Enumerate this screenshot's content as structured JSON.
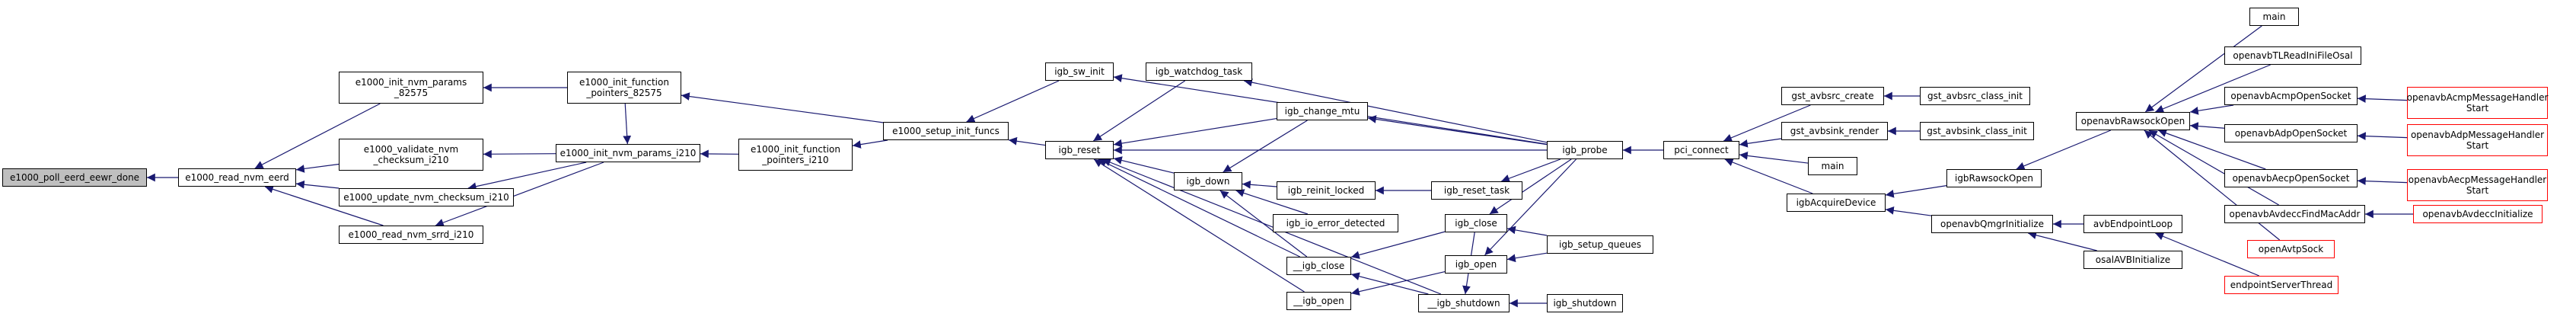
{
  "graph": {
    "nodes": [
      {
        "id": "e1000_poll_eerd_eewr_done",
        "label": "e1000_poll_eerd_eewr_done",
        "root": true
      },
      {
        "id": "e1000_read_nvm_eerd",
        "label": "e1000_read_nvm_eerd"
      },
      {
        "id": "e1000_init_nvm_params_82575",
        "label": "e1000_init_nvm_params\n_82575"
      },
      {
        "id": "e1000_validate_nvm_checksum_i210",
        "label": "e1000_validate_nvm\n_checksum_i210"
      },
      {
        "id": "e1000_update_nvm_checksum_i210",
        "label": "e1000_update_nvm_checksum_i210"
      },
      {
        "id": "e1000_read_nvm_srrd_i210",
        "label": "e1000_read_nvm_srrd_i210"
      },
      {
        "id": "e1000_init_function_pointers_82575",
        "label": "e1000_init_function\n_pointers_82575"
      },
      {
        "id": "e1000_init_nvm_params_i210",
        "label": "e1000_init_nvm_params_i210"
      },
      {
        "id": "e1000_init_function_pointers_i210",
        "label": "e1000_init_function\n_pointers_i210"
      },
      {
        "id": "e1000_setup_init_funcs",
        "label": "e1000_setup_init_funcs"
      },
      {
        "id": "igb_sw_init",
        "label": "igb_sw_init"
      },
      {
        "id": "igb_reset",
        "label": "igb_reset"
      },
      {
        "id": "igb_watchdog_task",
        "label": "igb_watchdog_task"
      },
      {
        "id": "igb_change_mtu",
        "label": "igb_change_mtu"
      },
      {
        "id": "igb_down",
        "label": "igb_down"
      },
      {
        "id": "igb_reinit_locked",
        "label": "igb_reinit_locked"
      },
      {
        "id": "igb_io_error_detected",
        "label": "igb_io_error_detected"
      },
      {
        "id": "__igb_close",
        "label": "__igb_close"
      },
      {
        "id": "__igb_open",
        "label": "__igb_open"
      },
      {
        "id": "__igb_shutdown",
        "label": "__igb_shutdown"
      },
      {
        "id": "igb_reset_task",
        "label": "igb_reset_task"
      },
      {
        "id": "igb_close",
        "label": "igb_close"
      },
      {
        "id": "igb_open",
        "label": "igb_open"
      },
      {
        "id": "igb_shutdown",
        "label": "igb_shutdown"
      },
      {
        "id": "igb_probe",
        "label": "igb_probe"
      },
      {
        "id": "igb_setup_queues",
        "label": "igb_setup_queues"
      },
      {
        "id": "pci_connect",
        "label": "pci_connect"
      },
      {
        "id": "gst_avbsrc_create",
        "label": "gst_avbsrc_create"
      },
      {
        "id": "gst_avbsink_render",
        "label": "gst_avbsink_render"
      },
      {
        "id": "main_a",
        "label": "main"
      },
      {
        "id": "igbAcquireDevice",
        "label": "igbAcquireDevice"
      },
      {
        "id": "gst_avbsrc_class_init",
        "label": "gst_avbsrc_class_init"
      },
      {
        "id": "gst_avbsink_class_init",
        "label": "gst_avbsink_class_init"
      },
      {
        "id": "igbRawsockOpen",
        "label": "igbRawsockOpen"
      },
      {
        "id": "openavbQmgrInitialize",
        "label": "openavbQmgrInitialize"
      },
      {
        "id": "openavbRawsockOpen",
        "label": "openavbRawsockOpen"
      },
      {
        "id": "avbEndpointLoop",
        "label": "avbEndpointLoop"
      },
      {
        "id": "osalAVBInitialize",
        "label": "osalAVBInitialize"
      },
      {
        "id": "endpointServerThread",
        "label": "endpointServerThread",
        "red": true
      },
      {
        "id": "main_b",
        "label": "main"
      },
      {
        "id": "openavbTLReadIniFileOsal",
        "label": "openavbTLReadIniFileOsal"
      },
      {
        "id": "openavbAcmpOpenSocket",
        "label": "openavbAcmpOpenSocket"
      },
      {
        "id": "openavbAdpOpenSocket",
        "label": "openavbAdpOpenSocket"
      },
      {
        "id": "openavbAecpOpenSocket",
        "label": "openavbAecpOpenSocket"
      },
      {
        "id": "openavbAvdeccFindMacAddr",
        "label": "openavbAvdeccFindMacAddr"
      },
      {
        "id": "openAvtpSock",
        "label": "openAvtpSock",
        "red": true
      },
      {
        "id": "openavbAcmpMessageHandlerStart",
        "label": "openavbAcmpMessageHandler\nStart",
        "red": true
      },
      {
        "id": "openavbAdpMessageHandlerStart",
        "label": "openavbAdpMessageHandler\nStart",
        "red": true
      },
      {
        "id": "openavbAecpMessageHandlerStart",
        "label": "openavbAecpMessageHandler\nStart",
        "red": true
      },
      {
        "id": "openavbAvdeccInitialize",
        "label": "openavbAvdeccInitialize",
        "red": true
      }
    ],
    "edges": [
      [
        "e1000_read_nvm_eerd",
        "e1000_poll_eerd_eewr_done"
      ],
      [
        "e1000_init_nvm_params_82575",
        "e1000_read_nvm_eerd"
      ],
      [
        "e1000_validate_nvm_checksum_i210",
        "e1000_read_nvm_eerd"
      ],
      [
        "e1000_update_nvm_checksum_i210",
        "e1000_read_nvm_eerd"
      ],
      [
        "e1000_read_nvm_srrd_i210",
        "e1000_read_nvm_eerd"
      ],
      [
        "e1000_init_function_pointers_82575",
        "e1000_init_nvm_params_82575"
      ],
      [
        "e1000_init_nvm_params_i210",
        "e1000_validate_nvm_checksum_i210"
      ],
      [
        "e1000_init_nvm_params_i210",
        "e1000_update_nvm_checksum_i210"
      ],
      [
        "e1000_init_nvm_params_i210",
        "e1000_read_nvm_srrd_i210"
      ],
      [
        "e1000_init_function_pointers_82575",
        "e1000_init_nvm_params_i210"
      ],
      [
        "e1000_init_function_pointers_i210",
        "e1000_init_nvm_params_i210"
      ],
      [
        "e1000_setup_init_funcs",
        "e1000_init_function_pointers_82575"
      ],
      [
        "e1000_setup_init_funcs",
        "e1000_init_function_pointers_i210"
      ],
      [
        "igb_sw_init",
        "e1000_setup_init_funcs"
      ],
      [
        "igb_reset",
        "e1000_setup_init_funcs"
      ],
      [
        "igb_probe",
        "igb_sw_init"
      ],
      [
        "igb_watchdog_task",
        "igb_reset"
      ],
      [
        "igb_change_mtu",
        "igb_reset"
      ],
      [
        "igb_down",
        "igb_reset"
      ],
      [
        "__igb_close",
        "igb_reset"
      ],
      [
        "__igb_open",
        "igb_reset"
      ],
      [
        "__igb_shutdown",
        "igb_reset"
      ],
      [
        "igb_probe",
        "igb_reset"
      ],
      [
        "igb_probe",
        "igb_watchdog_task"
      ],
      [
        "igb_change_mtu",
        "igb_down"
      ],
      [
        "igb_reinit_locked",
        "igb_down"
      ],
      [
        "igb_io_error_detected",
        "igb_down"
      ],
      [
        "__igb_close",
        "igb_down"
      ],
      [
        "igb_probe",
        "igb_change_mtu"
      ],
      [
        "igb_reset_task",
        "igb_reinit_locked"
      ],
      [
        "igb_probe",
        "igb_reset_task"
      ],
      [
        "igb_close",
        "__igb_close"
      ],
      [
        "__igb_shutdown",
        "__igb_close"
      ],
      [
        "igb_open",
        "__igb_open"
      ],
      [
        "igb_close",
        "__igb_shutdown"
      ],
      [
        "igb_shutdown",
        "__igb_shutdown"
      ],
      [
        "igb_probe",
        "igb_close"
      ],
      [
        "igb_probe",
        "igb_open"
      ],
      [
        "igb_setup_queues",
        "igb_close"
      ],
      [
        "igb_setup_queues",
        "igb_open"
      ],
      [
        "pci_connect",
        "igb_probe"
      ],
      [
        "gst_avbsrc_create",
        "pci_connect"
      ],
      [
        "gst_avbsink_render",
        "pci_connect"
      ],
      [
        "main_a",
        "pci_connect"
      ],
      [
        "igbAcquireDevice",
        "pci_connect"
      ],
      [
        "gst_avbsrc_class_init",
        "gst_avbsrc_create"
      ],
      [
        "gst_avbsink_class_init",
        "gst_avbsink_render"
      ],
      [
        "igbRawsockOpen",
        "igbAcquireDevice"
      ],
      [
        "openavbQmgrInitialize",
        "igbAcquireDevice"
      ],
      [
        "openavbRawsockOpen",
        "igbRawsockOpen"
      ],
      [
        "avbEndpointLoop",
        "openavbQmgrInitialize"
      ],
      [
        "osalAVBInitialize",
        "openavbQmgrInitialize"
      ],
      [
        "endpointServerThread",
        "avbEndpointLoop"
      ],
      [
        "main_b",
        "openavbRawsockOpen"
      ],
      [
        "openavbTLReadIniFileOsal",
        "openavbRawsockOpen"
      ],
      [
        "openavbAcmpOpenSocket",
        "openavbRawsockOpen"
      ],
      [
        "openavbAdpOpenSocket",
        "openavbRawsockOpen"
      ],
      [
        "openavbAecpOpenSocket",
        "openavbRawsockOpen"
      ],
      [
        "openavbAvdeccFindMacAddr",
        "openavbRawsockOpen"
      ],
      [
        "openAvtpSock",
        "openavbRawsockOpen"
      ],
      [
        "openavbAcmpMessageHandlerStart",
        "openavbAcmpOpenSocket"
      ],
      [
        "openavbAdpMessageHandlerStart",
        "openavbAdpOpenSocket"
      ],
      [
        "openavbAecpMessageHandlerStart",
        "openavbAecpOpenSocket"
      ],
      [
        "openavbAvdeccInitialize",
        "openavbAvdeccFindMacAddr"
      ]
    ]
  }
}
